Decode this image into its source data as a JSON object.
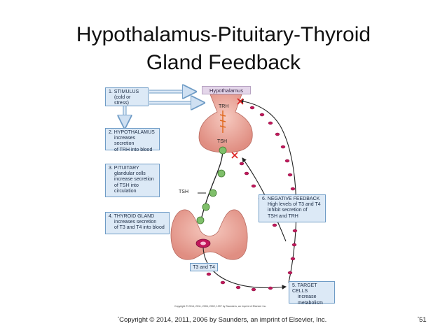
{
  "title": {
    "line1": "Hypothalamus-Pituitary-Thyroid",
    "line2": "Gland Feedback"
  },
  "figure": {
    "hypothalamus_label": "Hypothalamus",
    "trh_label": "TRH",
    "tsh_label_gland": "TSH",
    "tsh_label_side": "TSH",
    "t3t4_label": "T3 and T4",
    "boxes": [
      {
        "head": "1. STIMULUS",
        "lines": [
          "(cold or stress)"
        ]
      },
      {
        "head": "2. HYPOTHALAMUS",
        "lines": [
          "increases secretion",
          "of TRH into blood"
        ]
      },
      {
        "head": "3. PITUITARY",
        "lines": [
          "glandular cells",
          "increase secretion",
          "of TSH into",
          "circulation"
        ]
      },
      {
        "head": "4. THYROID GLAND",
        "lines": [
          "increases secretion",
          "of T3 and T4 into blood"
        ]
      },
      {
        "head": "6. NEGATIVE FEEDBACK",
        "lines": [
          "High levels of T3 and T4",
          "inhibit secretion of",
          "TSH and TRH"
        ]
      },
      {
        "head": "5. TARGET CELLS",
        "lines": [
          "increase",
          "metabolism"
        ]
      }
    ],
    "image_copyright": "Copyright © 2014, 2011, 2006, 2002, 1997 by Saunders, an imprint of Elsevier Inc."
  },
  "footer": {
    "bullet": "•",
    "copyright": "Copyright © 2014, 2011, 2006 by Saunders, an imprint of Elsevier, Inc.",
    "page_number": "51"
  },
  "colors": {
    "box_fill": "#dce9f6",
    "box_border": "#6f9cc6",
    "gland_pink": "#f2b3a8",
    "hormone_green": "#7fbf6a",
    "feedback_magenta": "#c2185b",
    "arrow_dark": "#222222"
  },
  "icons": {
    "inhibit_mark": "red-x-icon",
    "tsh_molecule": "green-circle-icon",
    "t3t4_molecule": "magenta-dot-icon"
  }
}
